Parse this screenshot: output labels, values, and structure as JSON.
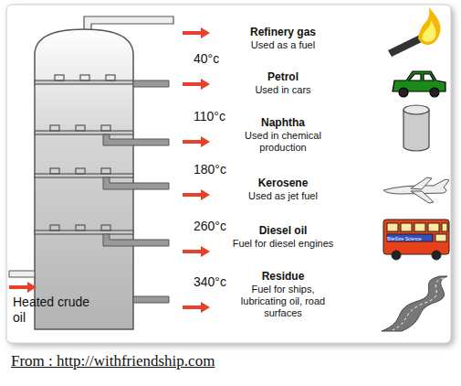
{
  "diagram": {
    "labels": [
      "Refinery gas",
      "Used as a fuel",
      "40°c",
      "Petrol",
      "Used in cars",
      "110°c",
      "Naphtha",
      "Used in chemical production",
      "180°c",
      "Kerosene",
      "Used as jet fuel",
      "260°c",
      "Diesel oil",
      "Fuel for diesel engines",
      "Heated crude oil",
      "340°c",
      "Residue",
      "Fuel for ships, lubricating oil, road surfaces",
      "BiteSize Science",
      "From : http://withfriendship.com"
    ]
  }
}
